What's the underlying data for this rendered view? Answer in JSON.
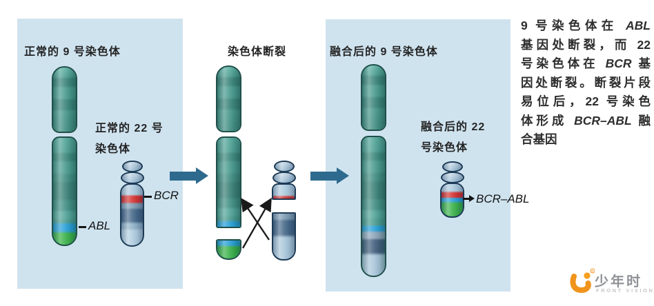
{
  "left_panel": {
    "title": "正常的 9 号染色体",
    "chr22_title_line1": "正常的 22 号",
    "chr22_title_line2": "染色体",
    "abl_label": "ABL",
    "bcr_label": "BCR"
  },
  "middle": {
    "title": "染色体断裂"
  },
  "right_panel": {
    "title": "融合后的 9 号染色体",
    "chr22_title_line1": "融合后的 22",
    "chr22_title_line2": "号染色体",
    "fusion_label": "BCR–ABL"
  },
  "side_text": {
    "lines": [
      [
        {
          "t": "9 号染色体在 ",
          "i": false
        },
        {
          "t": "ABL",
          "i": true
        }
      ],
      [
        {
          "t": "基因处断裂，而 22",
          "i": false
        }
      ],
      [
        {
          "t": "号染色体在 ",
          "i": false
        },
        {
          "t": "BCR",
          "i": true
        },
        {
          "t": " 基",
          "i": false
        }
      ],
      [
        {
          "t": "因处断裂。断裂片段",
          "i": false
        }
      ],
      [
        {
          "t": "易位后，22 号染色",
          "i": false
        }
      ],
      [
        {
          "t": "体形成 ",
          "i": false
        },
        {
          "t": "BCR–ABL",
          "i": true
        },
        {
          "t": " 融",
          "i": false
        }
      ],
      [
        {
          "t": "合基因",
          "i": false
        }
      ]
    ]
  },
  "logo": {
    "name": "少年时",
    "subtitle": "FRONT VISION",
    "registered": "®"
  },
  "colors": {
    "panel_bg": "#cfe3ef",
    "chr9_teal": "#4a9a8e",
    "abl_blue": "#2aa0d8",
    "abl_green": "#3bb24a",
    "bcr_red": "#d63230",
    "chr22_light": "#aecbdf",
    "chr22_dark": "#47698a",
    "flow_arrow": "#2e6a8e",
    "break_arrow": "#1a1a1a",
    "logo_orange": "#f0941c"
  }
}
